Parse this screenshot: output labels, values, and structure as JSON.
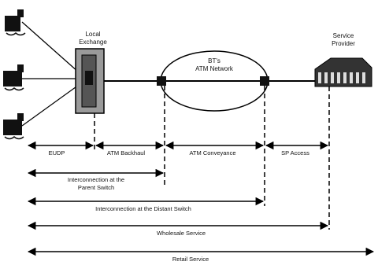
{
  "nodes": {
    "local_exchange": {
      "label_line1": "Local",
      "label_line2": "Exchange"
    },
    "atm_network": {
      "label_line1": "BT's",
      "label_line2": "ATM Network"
    },
    "service_provider": {
      "label_line1": "Service",
      "label_line2": "Provider"
    }
  },
  "segments": {
    "eudp": "EUDP",
    "atm_backhaul": "ATM Backhaul",
    "atm_conveyance": "ATM Conveyance",
    "sp_access": "SP Access"
  },
  "spans": {
    "parent_switch_line1": "Interconnection at the",
    "parent_switch_line2": "Parent Switch",
    "distant_switch": "Interconnection at the Distant Switch",
    "wholesale": "Wholesale Service",
    "retail": "Retail Service"
  }
}
